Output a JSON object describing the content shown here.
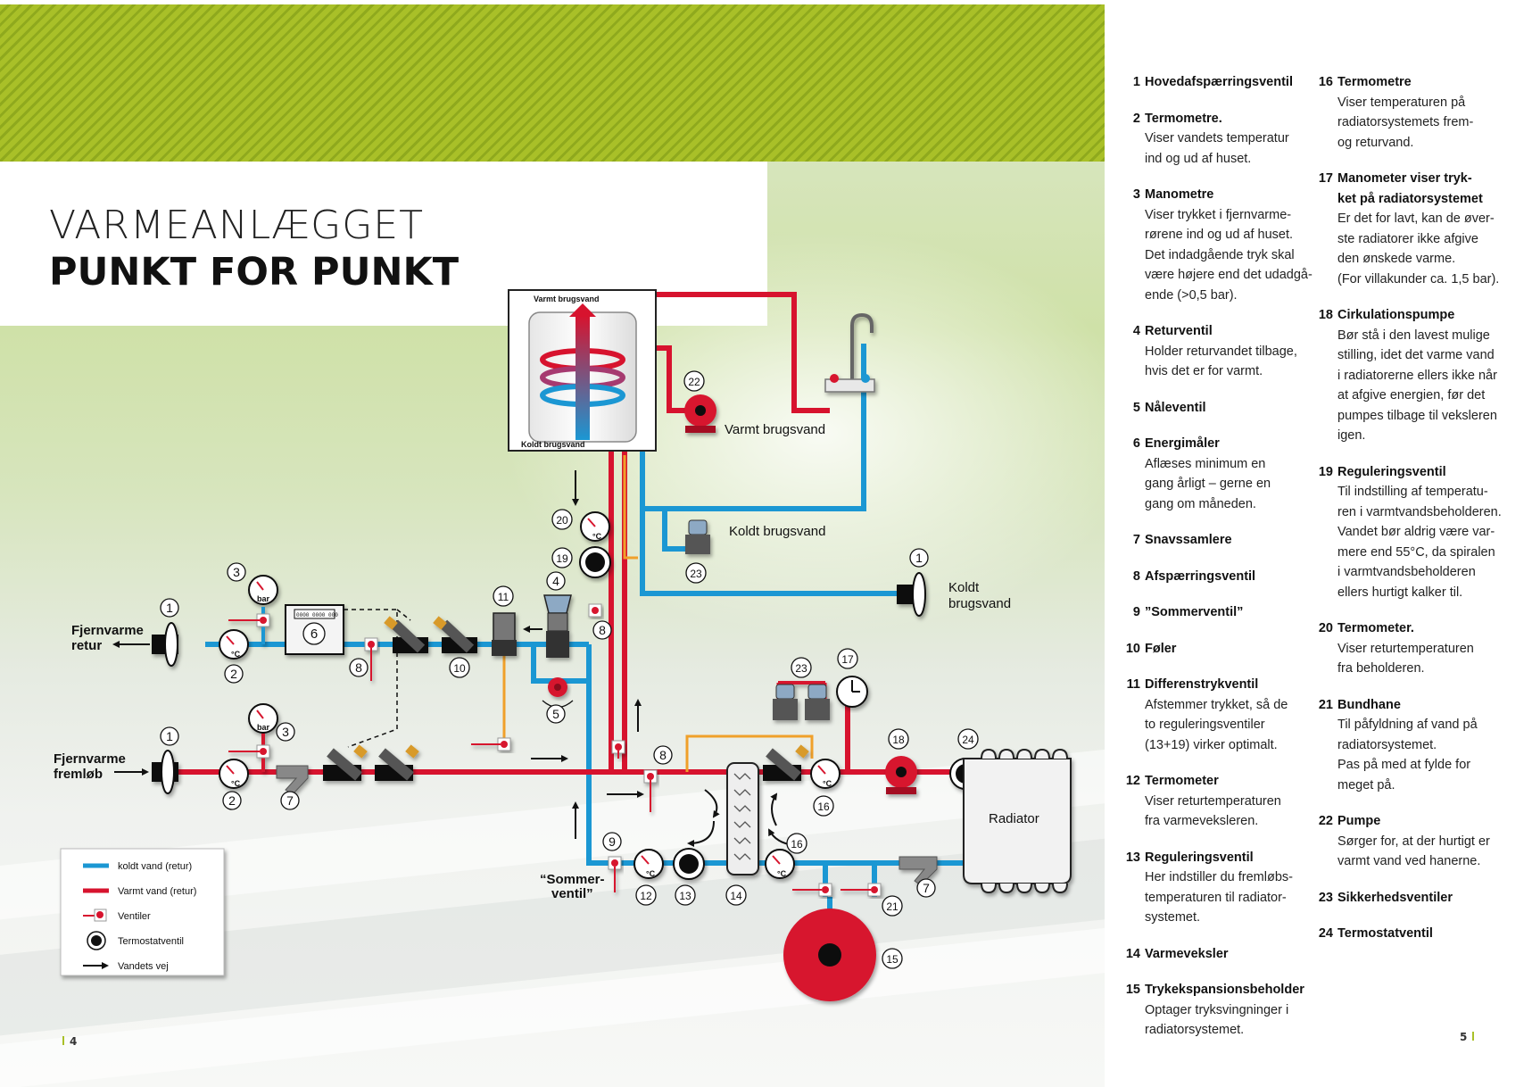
{
  "header": {
    "title_light": "VARMEANLÆGGET",
    "title_bold": "PUNKT FOR PUNKT"
  },
  "pages": {
    "left": "4",
    "right": "5"
  },
  "colors": {
    "hot": "#d7132e",
    "cold": "#1b97d3",
    "accent": "#a9c028",
    "sensor": "#f0a02a"
  },
  "diagram": {
    "tank_top": "Varmt brugsvand",
    "tank_bottom": "Koldt brugsvand",
    "hot_tap_water": "Varmt  brugsvand",
    "cold_tap_water": "Koldt  brugsvand",
    "cold_supply_line1": "Koldt",
    "cold_supply_line2": "brugsvand",
    "district_return_line1": "Fjernvarme",
    "district_return_line2": "retur",
    "district_supply_line1": "Fjernvarme",
    "district_supply_line2": "fremløb",
    "summer_valve_line1": "“Sommer-",
    "summer_valve_line2": "ventil”",
    "radiator": "Radiator",
    "unit_bar": "bar",
    "unit_celsius": "°C",
    "meter_display": "0000 0000 000",
    "callouts": {
      "n1": "1",
      "n2": "2",
      "n3": "3",
      "n4": "4",
      "n5": "5",
      "n6": "6",
      "n7": "7",
      "n8": "8",
      "n9": "9",
      "n10": "10",
      "n11": "11",
      "n12": "12",
      "n13": "13",
      "n14": "14",
      "n15": "15",
      "n16": "16",
      "n17": "17",
      "n18": "18",
      "n19": "19",
      "n20": "20",
      "n21": "21",
      "n22": "22",
      "n23": "23",
      "n24": "24"
    }
  },
  "legend": {
    "cold": "koldt vand (retur)",
    "hot": "Varmt vand (retur)",
    "valves": "Ventiler",
    "thermostat": "Termostatventil",
    "flow": "Vandets vej"
  },
  "items_left": [
    {
      "num": "1",
      "title": "Hovedafspærringsventil",
      "desc": ""
    },
    {
      "num": "2",
      "title": "Termometre.",
      "desc": "Viser vandets temperatur\nind og ud af huset."
    },
    {
      "num": "3",
      "title": "Manometre",
      "desc": "Viser trykket i fjernvarme-\nrørene ind og ud af huset.\nDet indadgående tryk skal\nvære højere end det udadgå-\nende (>0,5 bar)."
    },
    {
      "num": "4",
      "title": "Returventil",
      "desc": "Holder returvandet tilbage,\nhvis det er for varmt."
    },
    {
      "num": "5",
      "title": "Nåleventil",
      "desc": ""
    },
    {
      "num": "6",
      "title": "Energimåler",
      "desc": "Aflæses minimum en\ngang årligt – gerne en\ngang om måneden."
    },
    {
      "num": "7",
      "title": "Snavssamlere",
      "desc": ""
    },
    {
      "num": "8",
      "title": "Afspærringsventil",
      "desc": ""
    },
    {
      "num": "9",
      "title": "”Sommerventil”",
      "desc": ""
    },
    {
      "num": "10",
      "title": "Føler",
      "desc": ""
    },
    {
      "num": "11",
      "title": "Differenstrykventil",
      "desc": "Afstemmer trykket, så de\nto reguleringsventiler\n(13+19) virker optimalt."
    },
    {
      "num": "12",
      "title": "Termometer",
      "desc": "Viser returtemperaturen\nfra varmeveksleren."
    },
    {
      "num": "13",
      "title": "Reguleringsventil",
      "desc": "Her indstiller du fremløbs-\ntemperaturen til radiator-\nsystemet."
    },
    {
      "num": "14",
      "title": "Varmeveksler",
      "desc": ""
    },
    {
      "num": "15",
      "title": "Trykekspansionsbeholder",
      "desc": "Optager tryksvingninger i\nradiatorsystemet."
    }
  ],
  "items_right": [
    {
      "num": "16",
      "title": "Termometre",
      "desc": "Viser temperaturen på\nradiatorsystemets frem-\nog returvand."
    },
    {
      "num": "17",
      "title": "Manometer viser tryk-\nket på radiatorsystemet",
      "desc": "Er det for lavt, kan de øver-\nste radiatorer ikke afgive\nden ønskede varme.\n(For villakunder ca. 1,5 bar)."
    },
    {
      "num": "18",
      "title": "Cirkulationspumpe",
      "desc": "Bør stå i den lavest mulige\nstilling, idet det varme vand\ni radiatorerne ellers ikke når\nat afgive energien, før det\npumpes tilbage til veksleren\nigen."
    },
    {
      "num": "19",
      "title": "Reguleringsventil",
      "desc": "Til indstilling af temperatu-\nren i varmtvandsbeholderen.\nVandet bør aldrig være var-\nmere end 55°C, da spiralen\ni varmtvandsbeholderen\nellers hurtigt kalker til."
    },
    {
      "num": "20",
      "title": "Termometer.",
      "desc": "Viser returtemperaturen\nfra beholderen."
    },
    {
      "num": "21",
      "title": "Bundhane",
      "desc": "Til påfyldning af vand på\nradiatorsystemet.\nPas på med at fylde for\nmeget på."
    },
    {
      "num": "22",
      "title": "Pumpe",
      "desc": "Sørger for, at der hurtigt er\nvarmt vand ved hanerne."
    },
    {
      "num": "23",
      "title": "Sikkerhedsventiler",
      "desc": ""
    },
    {
      "num": "24",
      "title": "Termostatventil",
      "desc": ""
    }
  ]
}
